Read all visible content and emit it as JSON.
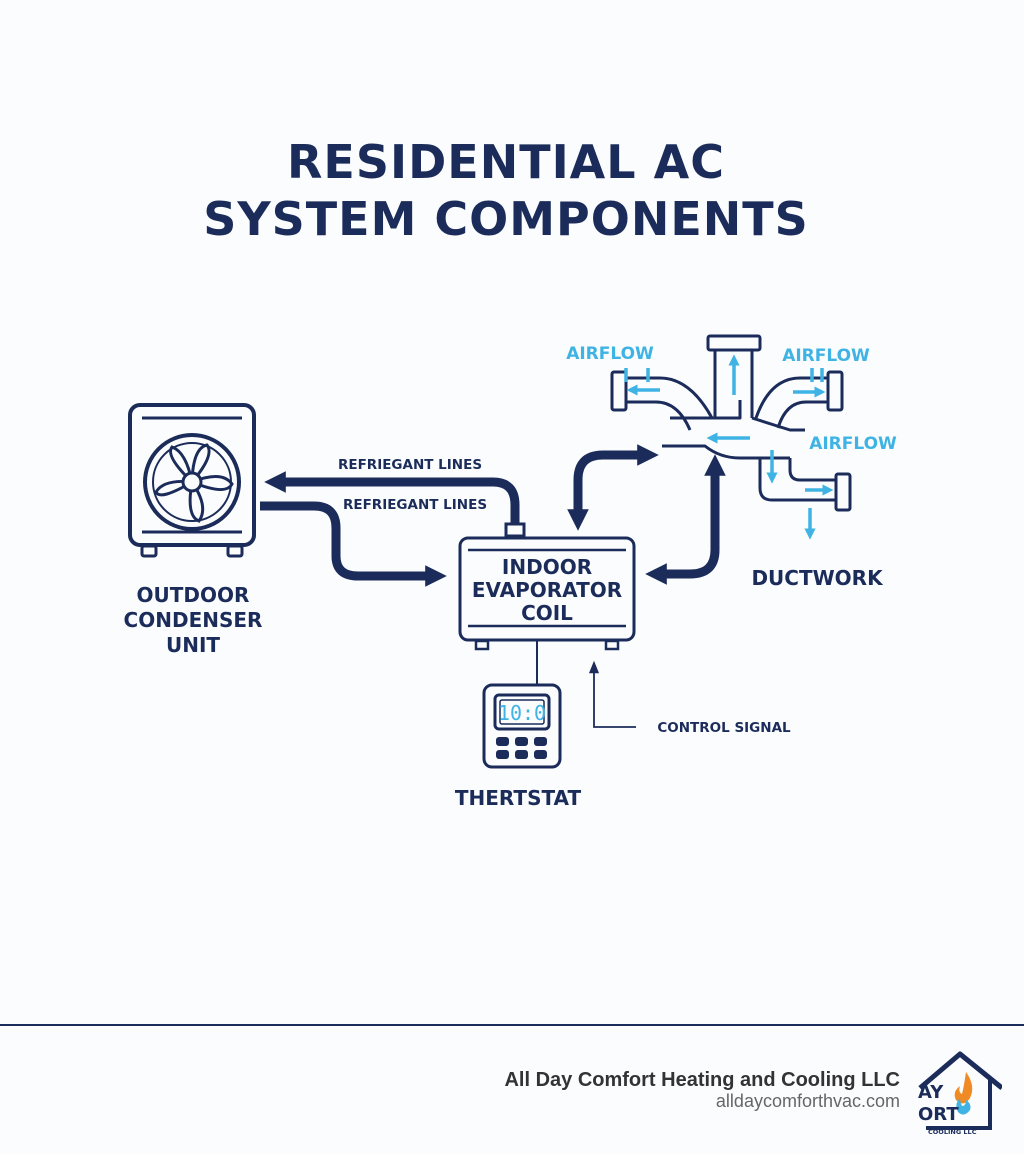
{
  "title": {
    "line1": "RESIDENTIAL AC",
    "line2": "SYSTEM COMPONENTS"
  },
  "components": {
    "outdoor_unit": {
      "line1": "OUTDOOR",
      "line2": "CONDENSER",
      "line3": "UNIT"
    },
    "evaporator": {
      "line1": "INDOOR",
      "line2": "EVAPORATOR",
      "line3": "COIL"
    },
    "thermostat": {
      "label": "THERTSTAT",
      "display": "10:0"
    },
    "ductwork": {
      "label": "DUCTWORK"
    }
  },
  "connections": {
    "refrigerant_top": "REFRIEGANT LINES",
    "refrigerant_bottom": "REFRIEGANT LINES",
    "control_signal": "CONTROL SIGNAL"
  },
  "airflow_labels": [
    "AIRFLOW",
    "AIRFLOW",
    "AIRFLOW"
  ],
  "footer": {
    "company": "All Day Comfort Heating and Cooling LLC",
    "url": "alldaycomforthvac.com",
    "logo_text": {
      "line1": "AY",
      "line2": "ORT",
      "line3": "COOLING LLC"
    }
  },
  "colors": {
    "navy": "#1b2c5a",
    "air_blue": "#3fb3e3",
    "flame_orange": "#f08a24"
  }
}
